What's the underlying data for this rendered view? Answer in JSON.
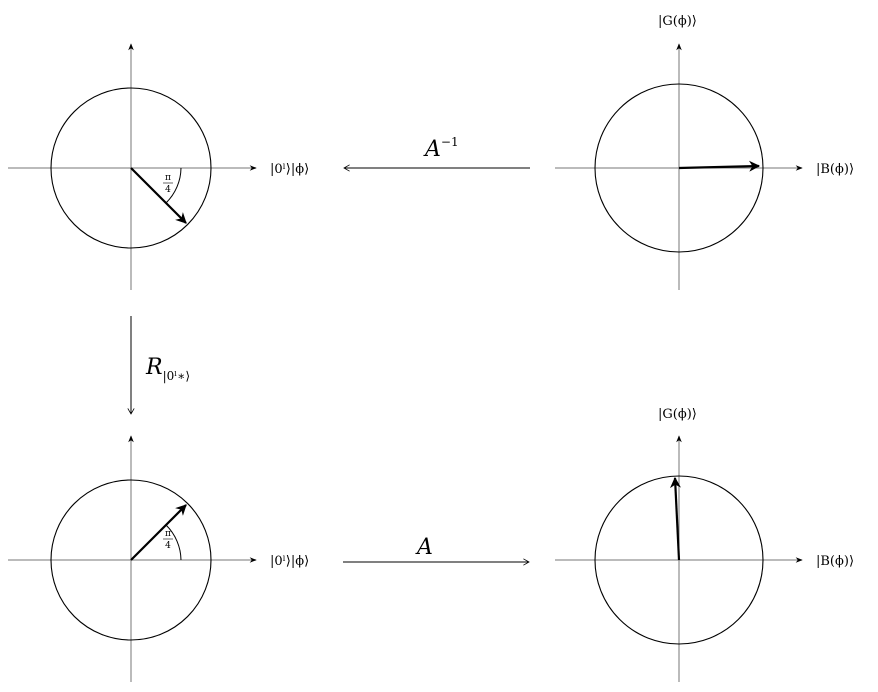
{
  "panels": {
    "top_left": {
      "x_label": "|0ˡ⟩|ϕ⟩",
      "angle_num": "π",
      "angle_den": "4",
      "vector_angle_deg": -45
    },
    "top_right": {
      "x_label": "|B(ϕ)⟩",
      "y_label": "|G(ϕ)⟩",
      "vector_angle_deg": 2
    },
    "bottom_left": {
      "x_label": "|0ˡ⟩|ϕ⟩",
      "angle_num": "π",
      "angle_den": "4",
      "vector_angle_deg": 45
    },
    "bottom_right": {
      "x_label": "|B(ϕ)⟩",
      "y_label": "|G(ϕ)⟩",
      "vector_angle_deg": 92
    }
  },
  "transitions": {
    "inverse": {
      "main": "A",
      "sup": "−1"
    },
    "reflect": {
      "main": "R",
      "sub": "|0ˡ∗⟩"
    },
    "forward": {
      "main": "A"
    }
  }
}
